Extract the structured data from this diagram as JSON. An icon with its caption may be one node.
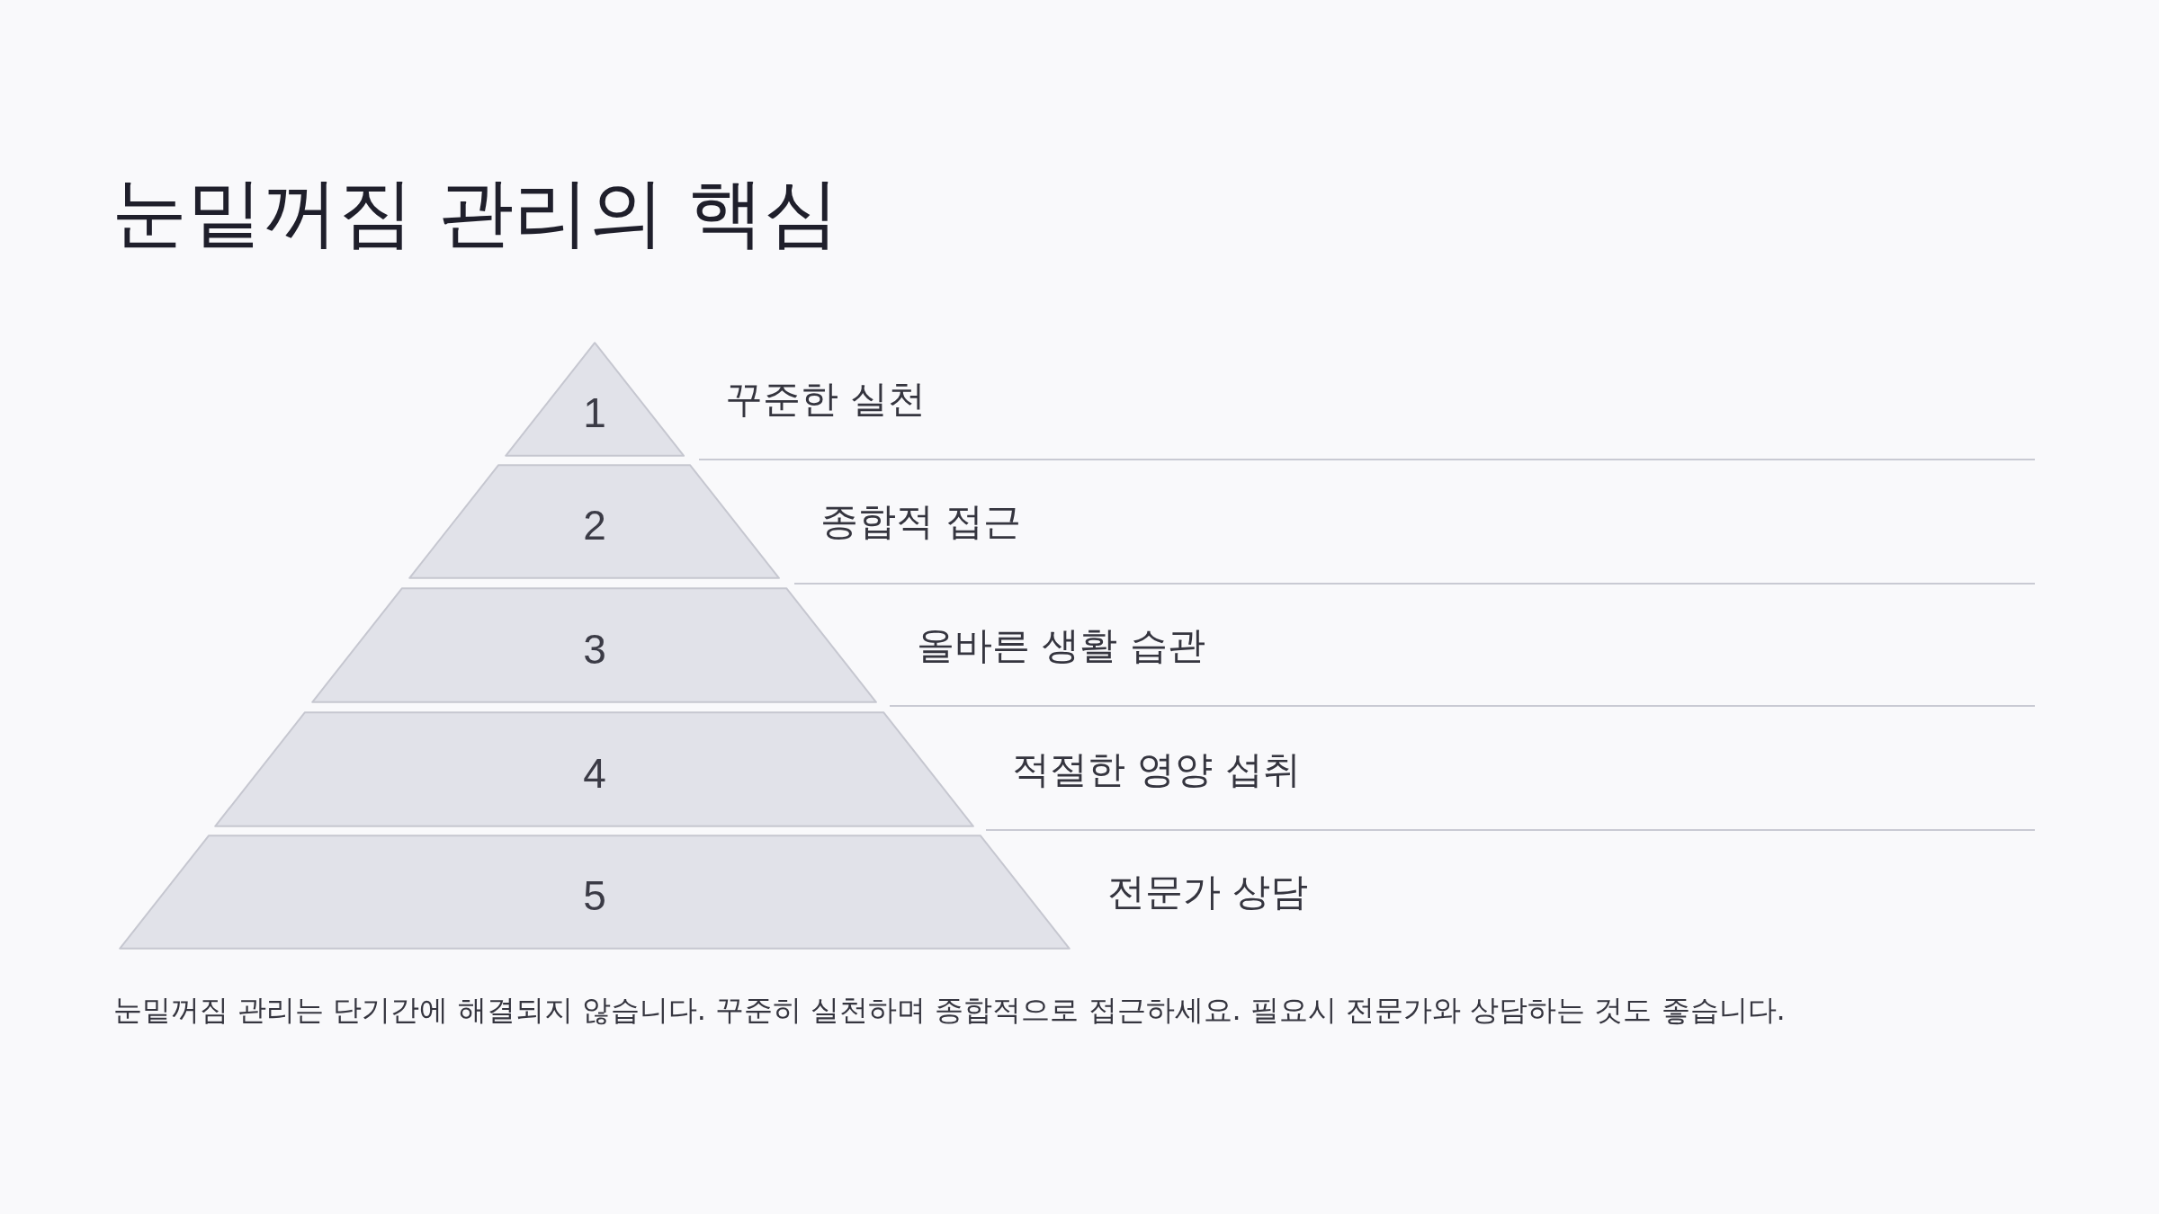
{
  "diagram": {
    "title": "눈밑꺼짐 관리의 핵심",
    "nodes": [
      {
        "text": [
          "1"
        ],
        "beside": [
          "꾸준한 실천"
        ]
      },
      {
        "text": [
          "2"
        ],
        "beside": [
          "종합적 접근"
        ]
      },
      {
        "text": [
          "3"
        ],
        "beside": [
          "올바른 생활 습관"
        ]
      },
      {
        "text": [
          "4"
        ],
        "beside": [
          "적절한 영양 섭취"
        ]
      },
      {
        "text": [
          "5"
        ],
        "beside": [
          "전문가 상담"
        ]
      }
    ],
    "caption": "눈밑꺼짐 관리는 단기간에 해결되지 않습니다. 꾸준히 실천하며 종합적으로 접근하세요. 필요시 전문가와 상담하는 것도 좋습니다."
  }
}
